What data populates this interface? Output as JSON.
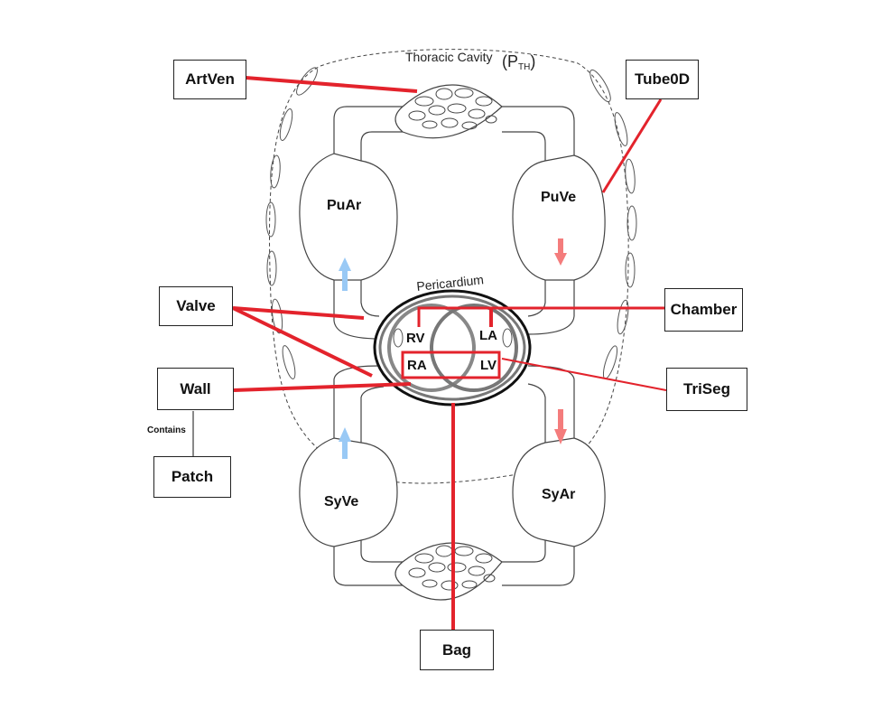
{
  "diagram": {
    "cavity_label": "Thoracic Cavity",
    "cavity_symbol": "(P",
    "cavity_subscript": "TH",
    "cavity_symbol_end": ")",
    "pericardium_label": "Pericardium",
    "compartments": {
      "pu_ar": "PuAr",
      "pu_ve": "PuVe",
      "sy_ve": "SyVe",
      "sy_ar": "SyAr"
    },
    "heart": {
      "rv": "RV",
      "la": "LA",
      "ra": "RA",
      "lv": "LV"
    },
    "callouts": {
      "artven": "ArtVen",
      "tube0d": "Tube0D",
      "valve": "Valve",
      "chamber": "Chamber",
      "wall": "Wall",
      "triseg": "TriSeg",
      "patch": "Patch",
      "bag": "Bag",
      "contains": "Contains"
    },
    "colors": {
      "callout_line": "#e3232c",
      "arrow_blue": "#99c9f5",
      "arrow_red": "#f47c7c",
      "outline": "#555555",
      "heart_ring": "#777777"
    }
  }
}
